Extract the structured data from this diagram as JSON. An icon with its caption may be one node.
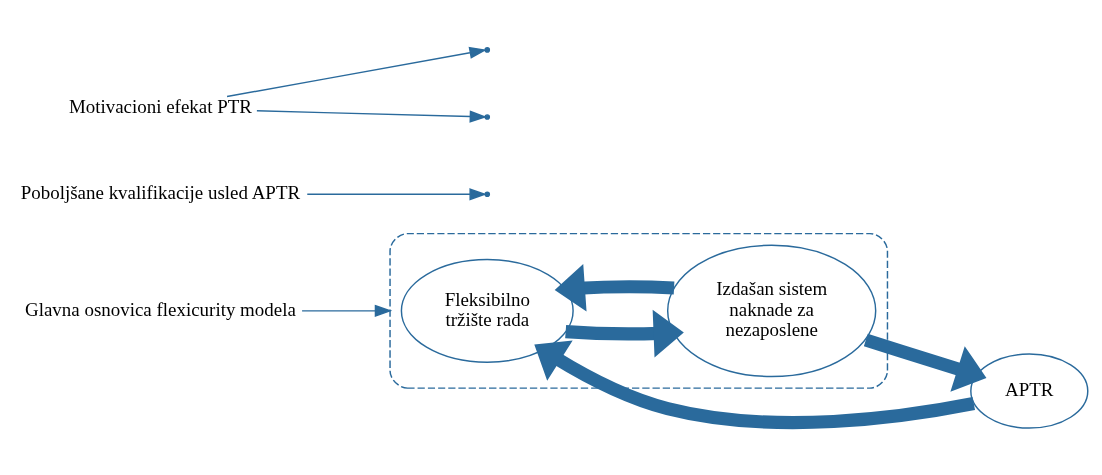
{
  "diagram": {
    "nodes": [
      {
        "text": [],
        "shape": "ellipse"
      },
      {
        "text": [
          "Fleksibilno tržište rada"
        ],
        "in": 0
      },
      {
        "text": [
          "Izdašan sistem naknade za nezaposlene"
        ],
        "in": 0
      },
      {
        "text": [
          "APTR"
        ]
      },
      {
        "text": [
          "Glavna osnovica flexicurity modela"
        ]
      },
      {
        "text": [
          "Poboljšane kvalifikacije usled APTR"
        ]
      },
      {
        "text": [
          "Motivacioni efekat PTR"
        ]
      }
    ],
    "edges": [
      {
        "from": 1,
        "to": 2,
        "arrow": "to",
        "style": "thick"
      },
      {
        "from": 2,
        "to": 1,
        "arrow": "to",
        "style": "thick"
      },
      {
        "from": 2,
        "to": 3,
        "arrow": "to",
        "style": "thick"
      },
      {
        "from": 3,
        "to": 1,
        "arrow": "to",
        "style": "thick"
      },
      {
        "from": 4,
        "to": 0,
        "arrow": "to"
      },
      {
        "from": 5,
        "to": null,
        "arrow": "to"
      },
      {
        "from": 6,
        "to": null,
        "arrow": "to"
      },
      {
        "from": 6,
        "to": null,
        "arrow": "to"
      }
    ]
  }
}
